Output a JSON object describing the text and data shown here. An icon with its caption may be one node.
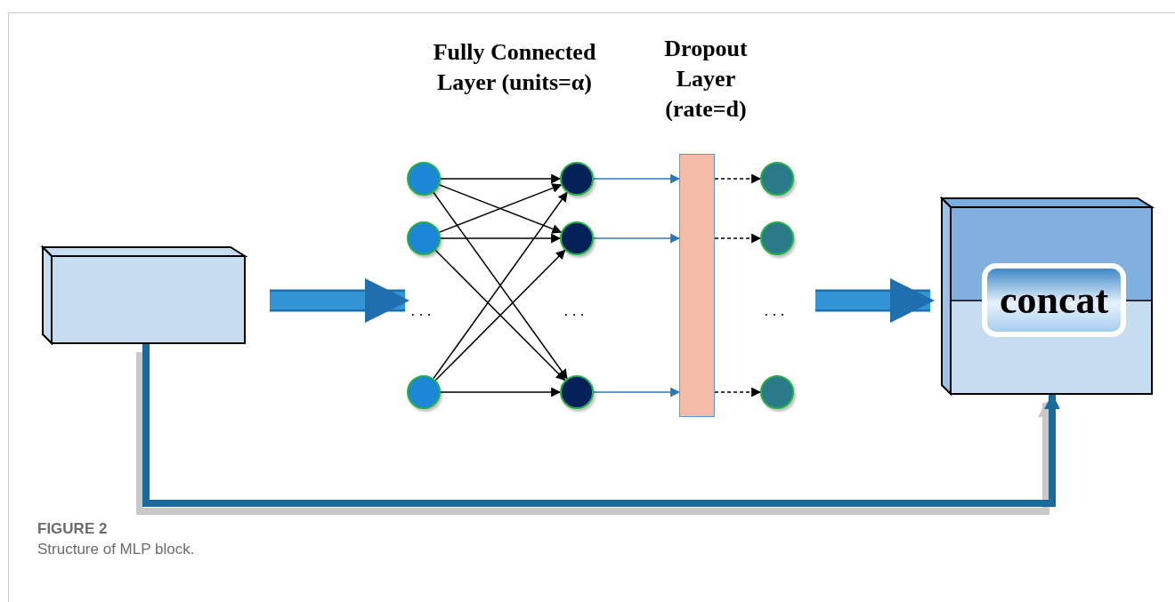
{
  "diagram": {
    "caption": "Structure of MLP block.",
    "nodes": [
      {
        "text": [],
        "shape": "box"
      },
      {
        "text": [],
        "shape": "circle"
      },
      {
        "text": [],
        "shape": "circle"
      },
      {
        "text": [],
        "shape": "circle"
      },
      {
        "text": [],
        "shape": "circle"
      },
      {
        "text": [],
        "shape": "circle"
      },
      {
        "text": [],
        "shape": "circle"
      },
      {
        "text": [],
        "shape": "bar"
      },
      {
        "text": [],
        "shape": "circle"
      },
      {
        "text": [],
        "shape": "circle"
      },
      {
        "text": [],
        "shape": "circle"
      },
      {
        "text": [
          "concat"
        ]
      }
    ],
    "edges": [
      {
        "from": null,
        "to": 2,
        "arrow": "to",
        "style": "thick",
        "color": "#3394d6"
      },
      {
        "from": 1,
        "to": 4,
        "arrow": "to"
      },
      {
        "from": 1,
        "to": 5,
        "arrow": "to"
      },
      {
        "from": 1,
        "to": 6,
        "arrow": "to"
      },
      {
        "from": 2,
        "to": 4,
        "arrow": "to"
      },
      {
        "from": 2,
        "to": 5,
        "arrow": "to"
      },
      {
        "from": 2,
        "to": 6,
        "arrow": "to"
      },
      {
        "from": 3,
        "to": 4,
        "arrow": "to"
      },
      {
        "from": 3,
        "to": 5,
        "arrow": "to"
      },
      {
        "from": 3,
        "to": 6,
        "arrow": "to"
      },
      {
        "from": 4,
        "to": 7,
        "arrow": "to",
        "color": "#2e75b6"
      },
      {
        "from": 5,
        "to": 7,
        "arrow": "to",
        "color": "#2e75b6"
      },
      {
        "from": 6,
        "to": 7,
        "arrow": "to",
        "color": "#2e75b6"
      },
      {
        "from": 7,
        "to": 8,
        "arrow": "to",
        "style": "dashed"
      },
      {
        "from": 7,
        "to": 9,
        "arrow": "to",
        "style": "dashed"
      },
      {
        "from": 7,
        "to": 10,
        "arrow": "to",
        "style": "dashed"
      },
      {
        "from": null,
        "to": 11,
        "arrow": "to",
        "style": "thick",
        "color": "#3394d6"
      },
      {
        "from": 0,
        "to": 11,
        "arrow": "to",
        "style": "thick",
        "color": "#1b6a9c"
      }
    ],
    "labels": [
      "Fully Connected Layer (units=α)",
      "Dropout Layer (rate=d)",
      "...",
      "...",
      "...",
      "FIGURE 2"
    ]
  }
}
